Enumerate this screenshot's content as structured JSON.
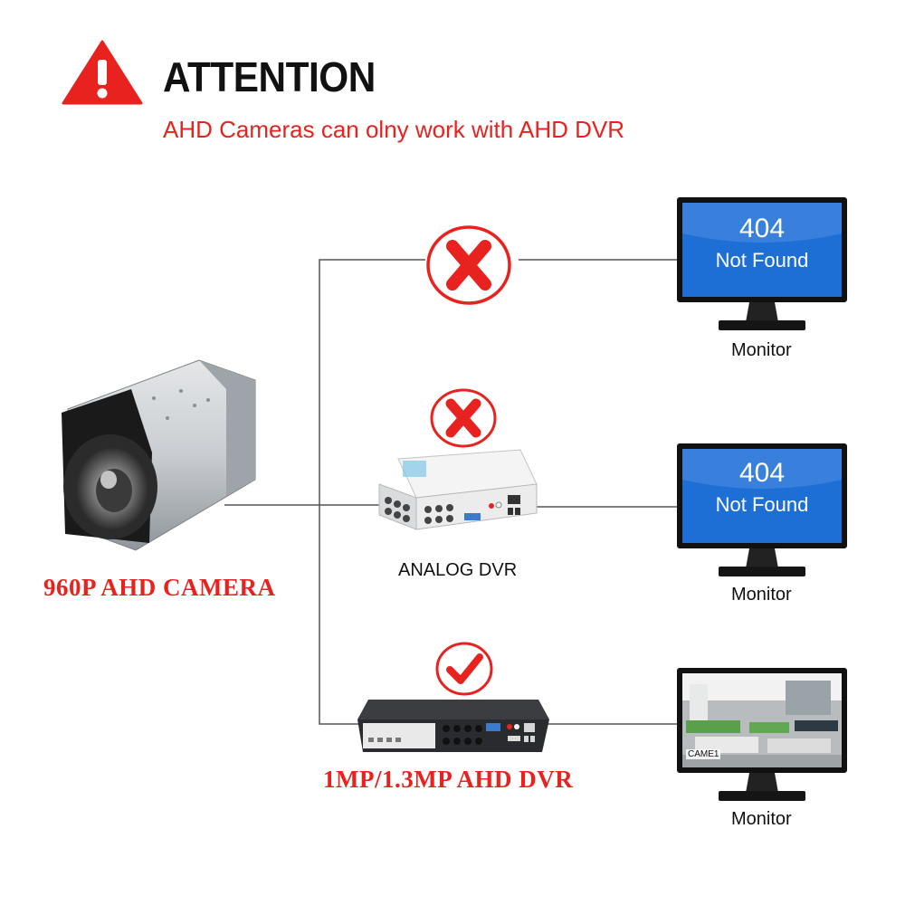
{
  "header": {
    "title": "ATTENTION",
    "subtitle": "AHD Cameras can olny work with AHD DVR"
  },
  "camera": {
    "label": "960P AHD CAMERA",
    "icon": "camera-icon"
  },
  "analog_dvr": {
    "label": "ANALOG DVR",
    "icon": "dvr-icon"
  },
  "ahd_dvr": {
    "label": "1MP/1.3MP AHD DVR",
    "icon": "dvr-icon"
  },
  "monitors": [
    {
      "code": "404",
      "message": "Not Found",
      "label": "Monitor",
      "status": "fail"
    },
    {
      "code": "404",
      "message": "Not Found",
      "label": "Monitor",
      "status": "fail"
    },
    {
      "channel": "CAME1",
      "label": "Monitor",
      "status": "ok"
    }
  ],
  "colors": {
    "accent_red": "#e8231f",
    "screen_blue": "#1d6fd6",
    "line_gray": "#555555"
  }
}
